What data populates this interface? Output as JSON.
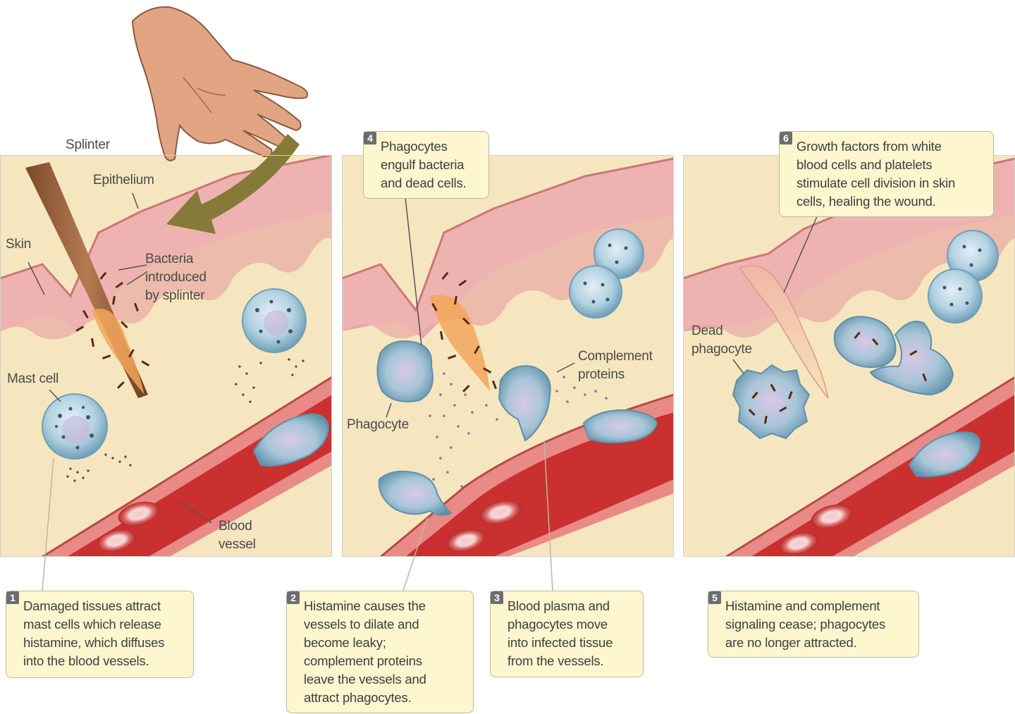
{
  "labels": {
    "splinter": "Splinter",
    "epithelium": "Epithelium",
    "skin": "Skin",
    "bacteria": "Bacteria\nintroduced\nby splinter",
    "mast_cell": "Mast cell",
    "blood_vessel": "Blood\nvessel",
    "phagocyte": "Phagocyte",
    "complement_proteins": "Complement\nproteins",
    "dead_phagocyte": "Dead\nphagocyte"
  },
  "steps": [
    {
      "num": "1",
      "text": "Damaged tissues attract\nmast cells which release\nhistamine, which diffuses\ninto the blood vessels."
    },
    {
      "num": "2",
      "text": "Histamine causes the\nvessels to dilate and\nbecome leaky;\ncomplement proteins\nleave the vessels and\nattract phagocytes."
    },
    {
      "num": "3",
      "text": "Blood plasma and\nphagocytes move\ninto infected tissue\nfrom the vessels."
    },
    {
      "num": "4",
      "text": "Phagocytes\nengulf bacteria\nand dead cells."
    },
    {
      "num": "5",
      "text": "Histamine and complement\nsignaling cease; phagocytes\nare no longer attracted."
    },
    {
      "num": "6",
      "text": "Growth factors from white\nblood cells and platelets\nstimulate cell division in skin\ncells, healing the wound."
    }
  ],
  "colors": {
    "tissue": "#f6e6bf",
    "skin": "#eeb3b1",
    "vessel_wall": "#e98a86",
    "blood": "#c9302f",
    "cell": "#9cc4d8",
    "callout": "#fdf6cf"
  }
}
